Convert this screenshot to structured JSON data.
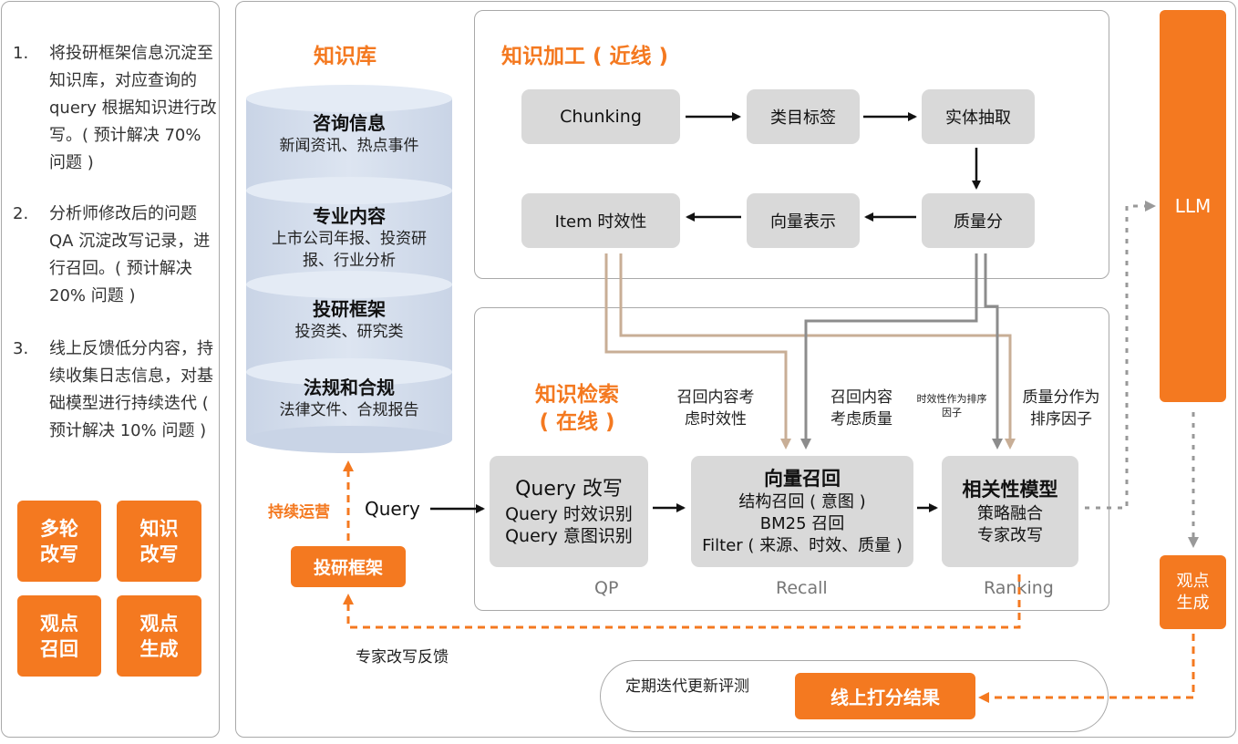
{
  "left_steps": [
    {
      "num": "1.",
      "text": "将投研框架信息沉淀至知识库，对应查询的 query 根据知识进行改写。( 预计解决 70% 问题 )"
    },
    {
      "num": "2.",
      "text": "分析师修改后的问题 QA 沉淀改写记录，进行召回。( 预计解决 20% 问题 )"
    },
    {
      "num": "3.",
      "text": "线上反馈低分内容，持续收集日志信息，对基础模型进行持续迭代 ( 预计解决 10% 问题 )"
    }
  ],
  "left_buttons": [
    "多轮\n改写",
    "知识\n改写",
    "观点\n召回",
    "观点\n生成"
  ],
  "knowledge_base": {
    "title": "知识库",
    "layers": [
      {
        "title": "咨询信息",
        "sub": "新闻资讯、热点事件"
      },
      {
        "title": "专业内容",
        "sub": "上市公司年报、投资研报、行业分析"
      },
      {
        "title": "投研框架",
        "sub": "投资类、研究类"
      },
      {
        "title": "法规和合规",
        "sub": "法律文件、合规报告"
      }
    ]
  },
  "processing": {
    "title": "知识加工 ( 近线 )",
    "nodes": {
      "chunking": "Chunking",
      "category": "类目标签",
      "entity": "实体抽取",
      "quality": "质量分",
      "vector_repr": "向量表示",
      "item_time": "Item 时效性"
    }
  },
  "retrieval": {
    "title_line1": "知识检索",
    "title_line2": "( 在线 )",
    "notes": {
      "recall_time": "召回内容考\n虑时效性",
      "recall_quality": "召回内容\n考虑质量",
      "time_factor": "时效性作为排序\n因子",
      "quality_factor": "质量分作为\n排序因子"
    },
    "qp": {
      "title": "Query 改写",
      "lines": [
        "Query 时效识别",
        "Query 意图识别"
      ],
      "stage": "QP"
    },
    "recall": {
      "title": "向量召回",
      "lines": [
        "结构召回 ( 意图 )",
        "BM25 召回",
        "Filter ( 来源、时效、质量 )"
      ],
      "stage": "Recall"
    },
    "ranking": {
      "title": "相关性模型",
      "lines": [
        "策略融合",
        "专家改写"
      ],
      "stage": "Ranking"
    }
  },
  "flow_labels": {
    "query": "Query",
    "continuous_ops": "持续运营",
    "framework_btn": "投研框架",
    "expert_feedback": "专家改写反馈"
  },
  "llm": "LLM",
  "viewpoint_gen": "观点\n生成",
  "eval": {
    "label": "定期迭代更新评测",
    "result_btn": "线上打分结果"
  },
  "colors": {
    "orange": "#f47920",
    "gray_box": "#d9d9d9",
    "tan_line": "#c8ae96",
    "gray_line": "#8c8c8c"
  }
}
